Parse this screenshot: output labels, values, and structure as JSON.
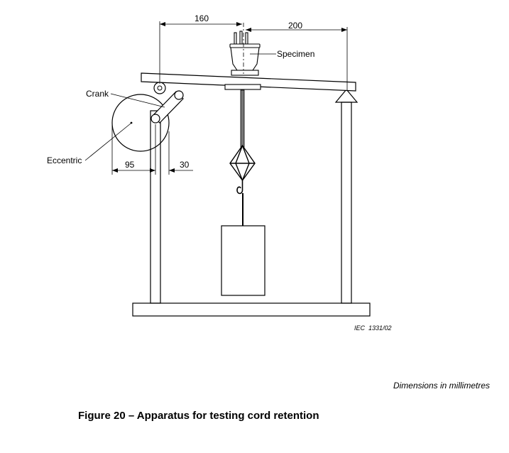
{
  "figure": {
    "caption": "Figure 20 – Apparatus for testing cord retention",
    "dimensions_note": "Dimensions in millimetres",
    "ref_code": "IEC  1331/02"
  },
  "labels": {
    "crank": "Crank",
    "eccentric": "Eccentric",
    "specimen": "Specimen"
  },
  "dimensions": {
    "left_span": "160",
    "right_span": "200",
    "eccentric_width": "95",
    "crank_offset": "30"
  }
}
